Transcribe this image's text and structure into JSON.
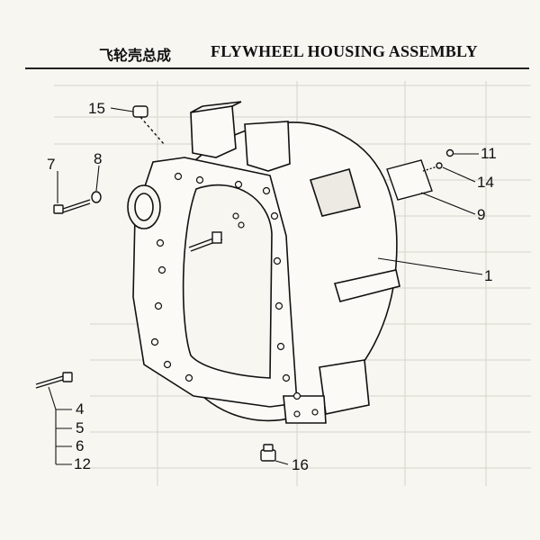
{
  "header": {
    "title_cn": "飞轮壳总成",
    "title_en": "FLYWHEEL HOUSING ASSEMBLY"
  },
  "callouts": {
    "c1": "1",
    "c4": "4",
    "c5": "5",
    "c6": "6",
    "c7": "7",
    "c8": "8",
    "c9": "9",
    "c11": "11",
    "c12": "12",
    "c14": "14",
    "c15": "15",
    "c16": "16"
  }
}
